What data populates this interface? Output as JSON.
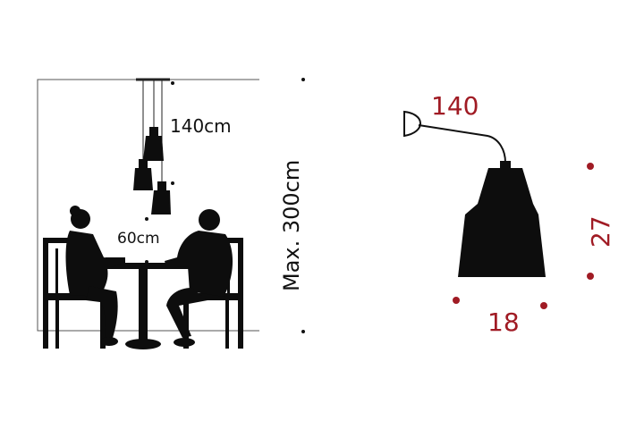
{
  "left_diagram": {
    "cable_length_label": "140cm",
    "table_height_label": "60cm",
    "max_height_label": "Max. 300cm"
  },
  "right_diagram": {
    "cable_label": "140",
    "width_label": "18",
    "height_label": "27"
  },
  "colors": {
    "silhouette": "#0d0d0d",
    "dimension_red": "#a01b24",
    "frame": "#555555"
  }
}
